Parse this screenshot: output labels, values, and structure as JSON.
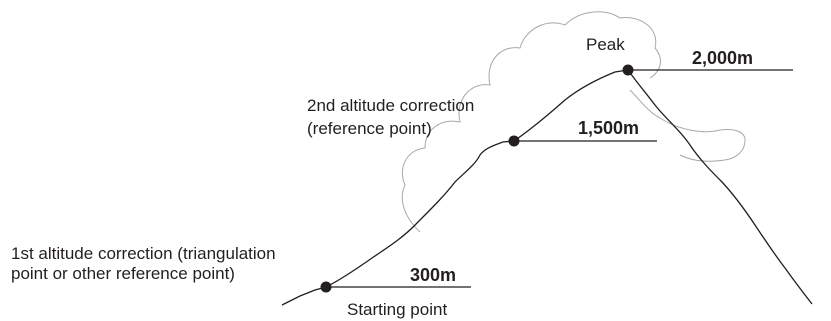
{
  "points": {
    "peak": {
      "label": "Peak",
      "altitude": "2,000m"
    },
    "second": {
      "label_line1": "2nd altitude correction",
      "label_line2": "(reference point)",
      "altitude": "1,500m"
    },
    "first": {
      "label_line1": "1st altitude correction (triangulation",
      "label_line2": "point or other reference point)",
      "altitude": "300m"
    },
    "start": {
      "label": "Starting point"
    }
  },
  "colors": {
    "ink": "#231f20",
    "cloud": "#a7a9ac"
  }
}
